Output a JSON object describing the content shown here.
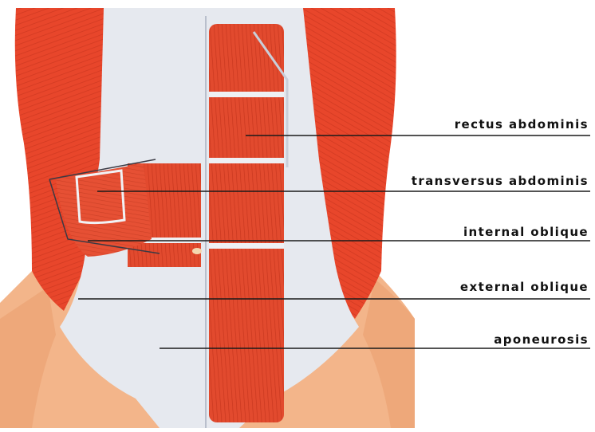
{
  "labels": {
    "rectus": "rectus abdominis",
    "transversus": "transversus abdominis",
    "internal": "internal oblique",
    "external": "external oblique",
    "aponeurosis": "aponeurosis"
  },
  "colors": {
    "muscle": "#e8462b",
    "muscle_dark": "#c8341d",
    "fascia": "#e6e9ef",
    "skin": "#f3b58a",
    "skin_shadow": "#e49866",
    "line": "#1a1a1a"
  }
}
